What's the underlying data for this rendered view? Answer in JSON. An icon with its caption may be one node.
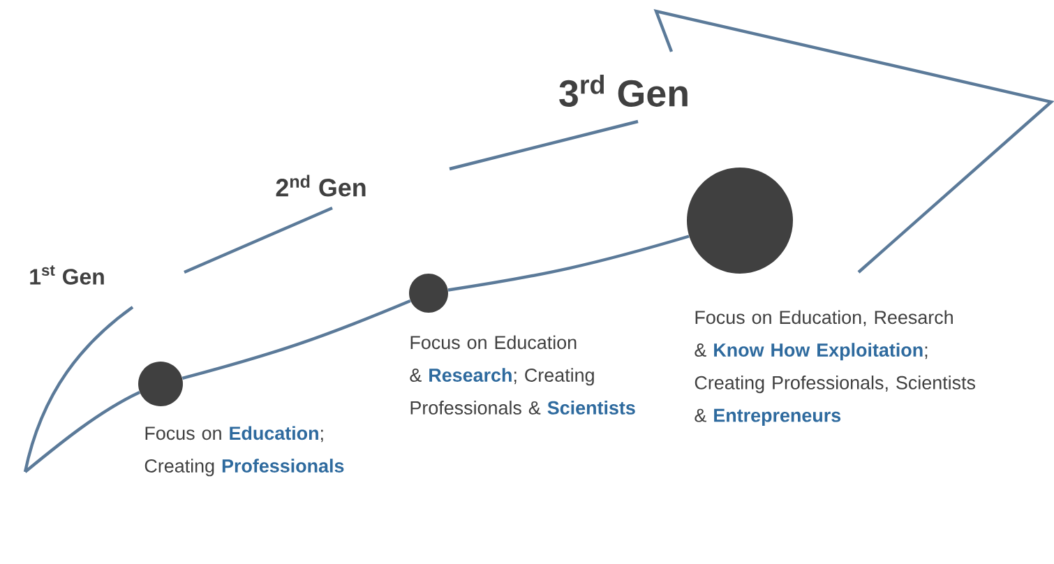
{
  "diagram": {
    "nodes": [
      {
        "text": [],
        "shape": "circle",
        "beside": [
          "Focus on **Education**; Creating **Professionals**"
        ]
      },
      {
        "text": [],
        "shape": "circle",
        "beside": [
          "Focus on Education & **Research**; Creating Professionals & **Scientists**"
        ]
      },
      {
        "text": [],
        "shape": "circle",
        "beside": [
          "Focus on Education, Reesarch & **Know How Exploitation**; Creating Professionals, Scientists & **Entrepreneurs**"
        ]
      }
    ],
    "edges": [
      {
        "from": 0,
        "to": 1,
        "arrow": "none"
      },
      {
        "from": 1,
        "to": 2,
        "arrow": "none"
      }
    ],
    "labels": [
      "3$^{rd}$ Gen",
      "2$^{nd}$ Gen",
      "1$^{st}$ Gen"
    ]
  }
}
